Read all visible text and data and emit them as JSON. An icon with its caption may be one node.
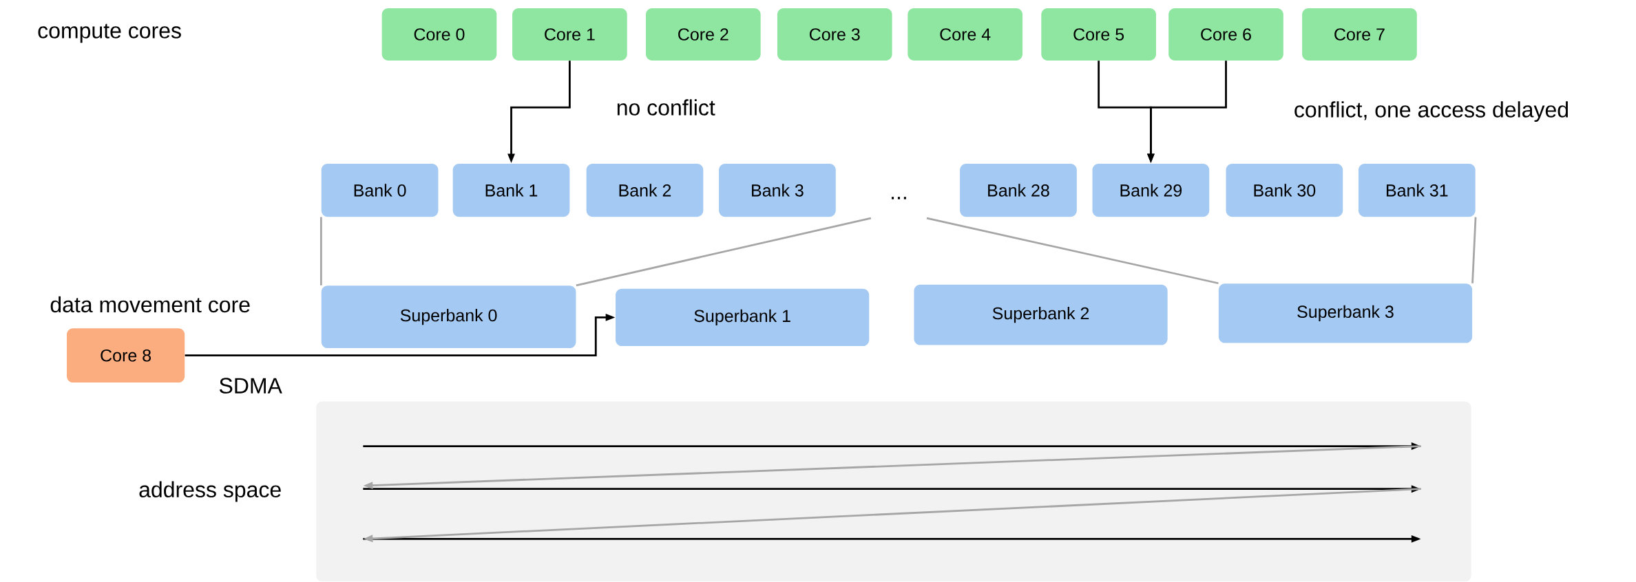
{
  "diagram": {
    "nodes": [
      {
        "text": [
          "Core 0"
        ]
      },
      {
        "text": [
          "Core 1"
        ]
      },
      {
        "text": [
          "Core 2"
        ]
      },
      {
        "text": [
          "Core 3"
        ]
      },
      {
        "text": [
          "Core 4"
        ]
      },
      {
        "text": [
          "Core 5"
        ]
      },
      {
        "text": [
          "Core 6"
        ]
      },
      {
        "text": [
          "Core 7"
        ]
      },
      {
        "text": [
          "Bank 0"
        ]
      },
      {
        "text": [
          "Bank 1"
        ]
      },
      {
        "text": [
          "Bank 2"
        ]
      },
      {
        "text": [
          "Bank 3"
        ]
      },
      {
        "text": [
          "Bank 28"
        ]
      },
      {
        "text": [
          "Bank 29"
        ]
      },
      {
        "text": [
          "Bank 30"
        ]
      },
      {
        "text": [
          "Bank 31"
        ]
      },
      {
        "text": [
          "Superbank 0"
        ]
      },
      {
        "text": [
          "Superbank 1"
        ]
      },
      {
        "text": [
          "Superbank 2"
        ]
      },
      {
        "text": [
          "Superbank 3"
        ]
      },
      {
        "text": [
          "Core 8"
        ],
        "beside": [
          "data movement core"
        ]
      },
      {
        "text": [
          "address space"
        ]
      },
      {
        "text": [
          "..."
        ]
      }
    ],
    "edges": [
      {
        "from": 1,
        "to": 9,
        "arrow": "to",
        "label": "no conflict"
      },
      {
        "from": 5,
        "to": 13,
        "arrow": "to"
      },
      {
        "from": 6,
        "to": 13,
        "arrow": "to",
        "label": "conflict, one access delayed"
      },
      {
        "from": 20,
        "to": 17,
        "arrow": "to",
        "label": "SDMA"
      },
      {
        "from": 8,
        "to": 16,
        "arrow": "none",
        "color": "#a6a6a6"
      },
      {
        "from": 15,
        "to": 19,
        "arrow": "none",
        "color": "#a6a6a6"
      },
      {
        "from": 16,
        "to": 22,
        "arrow": "none",
        "color": "#a6a6a6"
      },
      {
        "from": 22,
        "to": 19,
        "arrow": "none",
        "color": "#a6a6a6"
      }
    ],
    "labels": [
      "compute cores"
    ]
  }
}
